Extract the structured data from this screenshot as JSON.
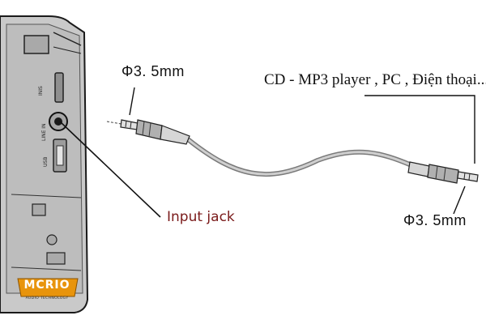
{
  "labels": {
    "plug_left_diameter": "Φ3. 5mm",
    "plug_right_diameter": "Φ3. 5mm",
    "destination_devices": "CD - MP3 player , PC , Điện thoại...",
    "input_jack": "Input jack"
  },
  "device_panel": {
    "side_text_top": "INIS",
    "side_text_mid": "LINE IN",
    "side_text_usb": "USB"
  },
  "logo": {
    "name": "MCRIO",
    "tagline": "AUDIO TECHNOLOGY",
    "colors": {
      "badge": "#e8940c",
      "text": "#ffffff"
    }
  },
  "colors": {
    "callout_text": "#7a1a1a",
    "line_art": "#222222",
    "device_fill": "#c7c7c7"
  }
}
